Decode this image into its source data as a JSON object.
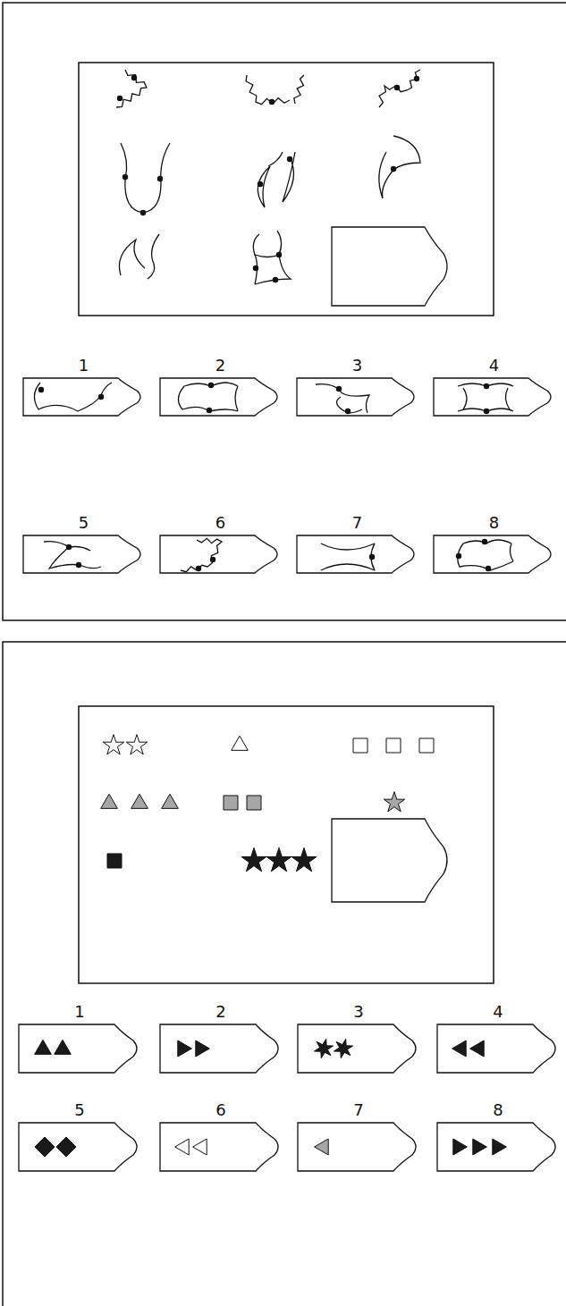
{
  "diagram": {
    "nodes": [
      {
        "text": [
          "1"
        ]
      },
      {
        "text": [
          "2"
        ]
      },
      {
        "text": [
          "3"
        ]
      },
      {
        "text": [
          "4"
        ]
      },
      {
        "text": [
          "5"
        ]
      },
      {
        "text": [
          "6"
        ]
      },
      {
        "text": [
          "7"
        ]
      },
      {
        "text": [
          "8"
        ]
      },
      {
        "text": [
          "1"
        ]
      },
      {
        "text": [
          "2"
        ]
      },
      {
        "text": [
          "3"
        ]
      },
      {
        "text": [
          "4"
        ]
      },
      {
        "text": [
          "5"
        ]
      },
      {
        "text": [
          "6"
        ]
      },
      {
        "text": [
          "7"
        ]
      },
      {
        "text": [
          "8"
        ]
      }
    ]
  }
}
